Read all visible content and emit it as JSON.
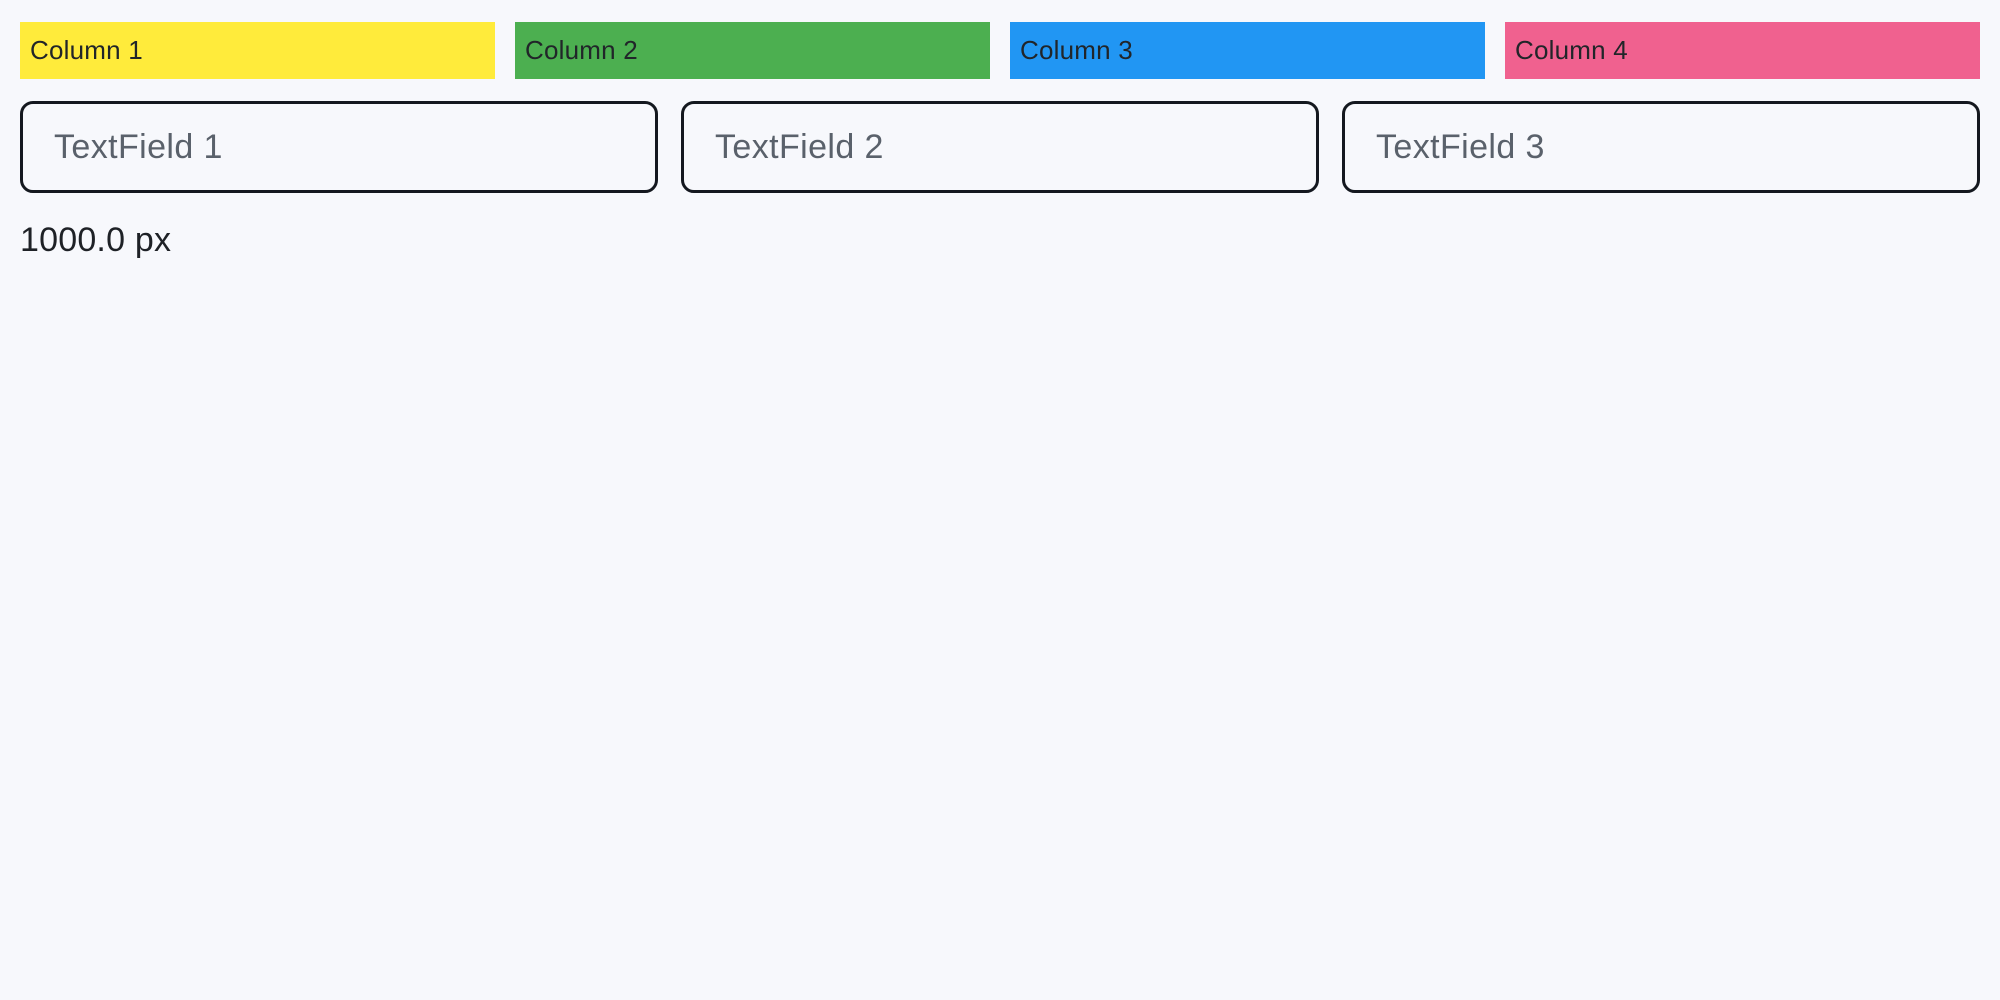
{
  "page": {
    "background_color": "#F7F8FC",
    "width_label": "1000.0 px"
  },
  "columns": [
    {
      "label": "Column 1",
      "color": "#FFEB3B"
    },
    {
      "label": "Column 2",
      "color": "#4CAF50"
    },
    {
      "label": "Column 3",
      "color": "#2196F3"
    },
    {
      "label": "Column 4",
      "color": "#F0618F"
    }
  ],
  "textfields": [
    {
      "placeholder": "TextField 1",
      "value": ""
    },
    {
      "placeholder": "TextField 2",
      "value": ""
    },
    {
      "placeholder": "TextField 3",
      "value": ""
    }
  ]
}
